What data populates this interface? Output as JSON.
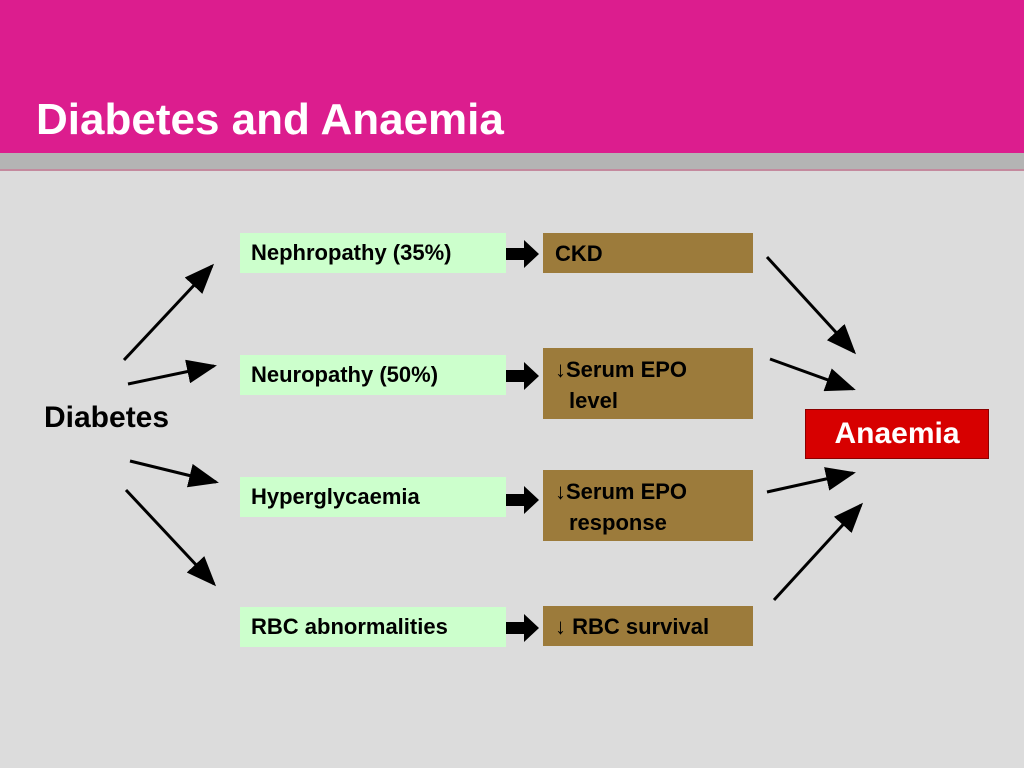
{
  "slide": {
    "title": "Diabetes and Anaemia",
    "source_node": "Diabetes",
    "outcome_node": "Anaemia",
    "causes": [
      {
        "label": "Nephropathy (35%)",
        "effect": [
          "CKD"
        ]
      },
      {
        "label": "Neuropathy (50%)",
        "effect": [
          "↓Serum EPO",
          "level"
        ]
      },
      {
        "label": "Hyperglycaemia",
        "effect": [
          "↓Serum EPO",
          "response"
        ]
      },
      {
        "label": "RBC abnormalities",
        "effect": [
          "↓ RBC survival"
        ]
      }
    ]
  },
  "colors": {
    "header": "#dc1d8e",
    "background": "#dcdcdc",
    "cause_box": "#ccffcc",
    "effect_box": "#9c7b3b",
    "outcome_box": "#d70000"
  }
}
